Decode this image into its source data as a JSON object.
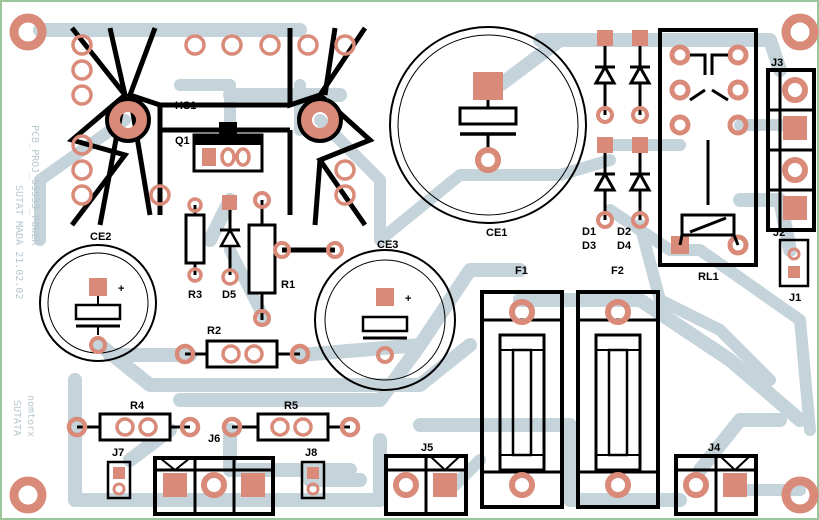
{
  "colors": {
    "board": "#ffffff",
    "board_edge": "#9ac79a",
    "trace": "#c5d3da",
    "pad": "#d98a78",
    "silk": "#000000",
    "mirror_text": "#b9c8cf"
  },
  "labels": {
    "hs1": "HS1",
    "q1": "Q1",
    "ce2": "CE2",
    "ce1": "CE1",
    "ce3": "CE3",
    "r1": "R1",
    "r2": "R2",
    "r3": "R3",
    "r4": "R4",
    "r5": "R5",
    "d1": "D1",
    "d2": "D2",
    "d3": "D3",
    "d4": "D4",
    "d5": "D5",
    "f1": "F1",
    "f2": "F2",
    "rl1": "RL1",
    "j1": "J1",
    "j2": "J2",
    "j3": "J3",
    "j4": "J4",
    "j5": "J5",
    "j6": "J6",
    "j7": "J7",
    "j8": "J8",
    "plus": "+"
  },
  "mirror_text": {
    "line1": "PCB_PROJ_55533_POWER",
    "line2": "SUTAT MADA 21.02.02",
    "line3": "nomtorx",
    "line4": "SUTATA"
  }
}
